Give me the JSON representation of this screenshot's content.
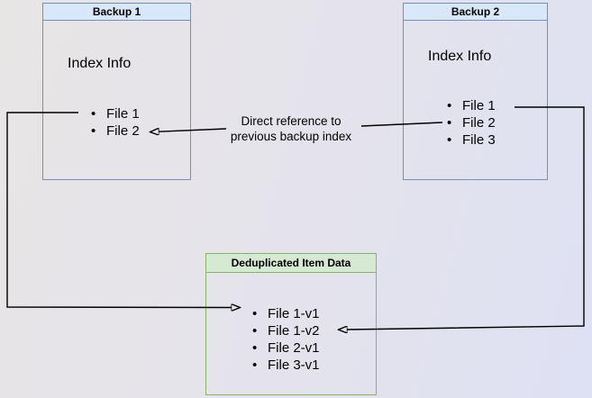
{
  "diagram": {
    "backup1": {
      "title": "Backup 1",
      "subtitle": "Index Info",
      "items": [
        "File 1",
        "File 2"
      ]
    },
    "backup2": {
      "title": "Backup 2",
      "subtitle": "Index Info",
      "items": [
        "File 1",
        "File 2",
        "File 3"
      ]
    },
    "dedup": {
      "title": "Deduplicated Item Data",
      "items": [
        "File 1-v1",
        "File 1-v2",
        "File 2-v1",
        "File 3-v1"
      ]
    },
    "annotation": "Direct reference to previous backup index",
    "colors": {
      "blue_fill": "#d8e7fa",
      "blue_border": "#7190bf",
      "green_fill": "#d6e9d2",
      "green_border": "#86b565",
      "arrow": "#000000",
      "text": "#000000"
    }
  }
}
